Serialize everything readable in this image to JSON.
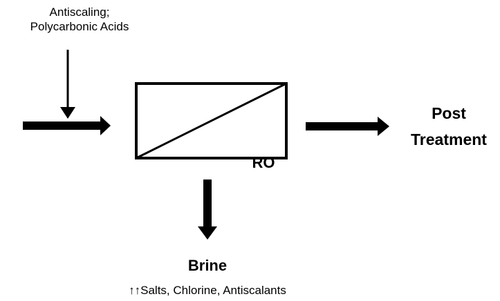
{
  "diagram": {
    "additive": {
      "line1": "Antiscaling;",
      "line2": "Polycarbonic Acids"
    },
    "unit_label": "RO",
    "post_treatment": {
      "line1": "Post",
      "line2": "Treatment"
    },
    "brine": {
      "title": "Brine",
      "description": "↑↑Salts, Chlorine, Antiscalants"
    },
    "colors": {
      "stroke": "#000000",
      "background": "#ffffff"
    }
  }
}
